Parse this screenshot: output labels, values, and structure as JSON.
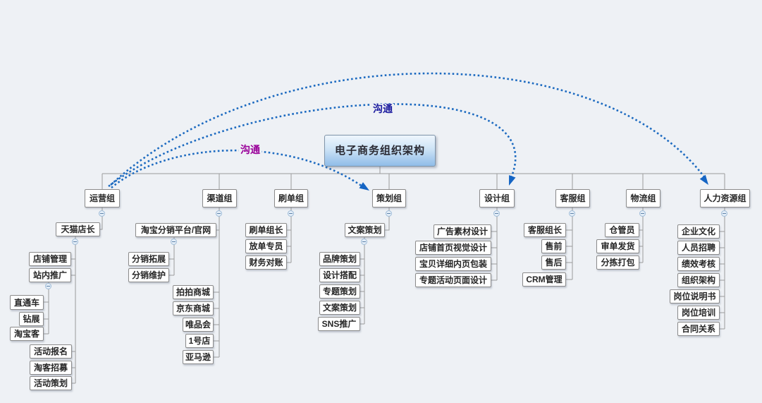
{
  "tree": {
    "label": "电子商务组织架构",
    "children": [
      {
        "label": "运营组",
        "children": [
          {
            "label": "天猫店长",
            "children": [
              {
                "label": "店铺管理"
              },
              {
                "label": "站内推广",
                "children": [
                  {
                    "label": "直通车"
                  },
                  {
                    "label": "钻展"
                  },
                  {
                    "label": "淘宝客"
                  }
                ]
              },
              {
                "label": "活动报名"
              },
              {
                "label": "淘客招募"
              },
              {
                "label": "活动策划"
              }
            ]
          }
        ]
      },
      {
        "label": "渠道组",
        "children": [
          {
            "label": "淘宝分销平台/官网",
            "children": [
              {
                "label": "分销拓展"
              },
              {
                "label": "分销维护"
              }
            ]
          },
          {
            "label": "拍拍商城"
          },
          {
            "label": "京东商城"
          },
          {
            "label": "唯品会"
          },
          {
            "label": "1号店"
          },
          {
            "label": "亚马逊"
          }
        ]
      },
      {
        "label": "刷单组",
        "children": [
          {
            "label": "刷单组长"
          },
          {
            "label": "放单专员"
          },
          {
            "label": "财务对账"
          }
        ]
      },
      {
        "label": "策划组",
        "children": [
          {
            "label": "文案策划",
            "children": [
              {
                "label": "品牌策划"
              },
              {
                "label": "设计搭配"
              },
              {
                "label": "专题策划"
              },
              {
                "label": "文案策划"
              },
              {
                "label": "SNS推广"
              }
            ]
          }
        ]
      },
      {
        "label": "设计组",
        "children": [
          {
            "label": "广告素材设计"
          },
          {
            "label": "店铺首页视觉设计"
          },
          {
            "label": "宝贝详细内页包装"
          },
          {
            "label": "专题活动页面设计"
          }
        ]
      },
      {
        "label": "客服组",
        "children": [
          {
            "label": "客服组长"
          },
          {
            "label": "售前"
          },
          {
            "label": "售后"
          },
          {
            "label": "CRM管理"
          }
        ]
      },
      {
        "label": "物流组",
        "children": [
          {
            "label": "仓管员"
          },
          {
            "label": "审单发货"
          },
          {
            "label": "分拣打包"
          }
        ]
      },
      {
        "label": "人力资源组",
        "children": [
          {
            "label": "企业文化"
          },
          {
            "label": "人员招聘"
          },
          {
            "label": "绩效考核"
          },
          {
            "label": "组织架构"
          },
          {
            "label": "岗位说明书"
          },
          {
            "label": "岗位培训"
          },
          {
            "label": "合同关系"
          }
        ]
      }
    ]
  },
  "relationships": [
    {
      "label": "沟通",
      "from": "运营组",
      "to": "策划组",
      "label_color": "#990099"
    },
    {
      "label": "沟通",
      "from": "运营组",
      "to": "设计组",
      "label_color": "#1a1a9e"
    },
    {
      "label": "",
      "from": "运营组",
      "to": "人力资源组",
      "label_color": ""
    }
  ],
  "colors": {
    "background": "#eef1f5",
    "relationship_line": "#1c6ac0",
    "tree_line": "#9b9b9b",
    "root_fill_top": "#eef6fd",
    "root_fill_bottom": "#8fbce8"
  }
}
